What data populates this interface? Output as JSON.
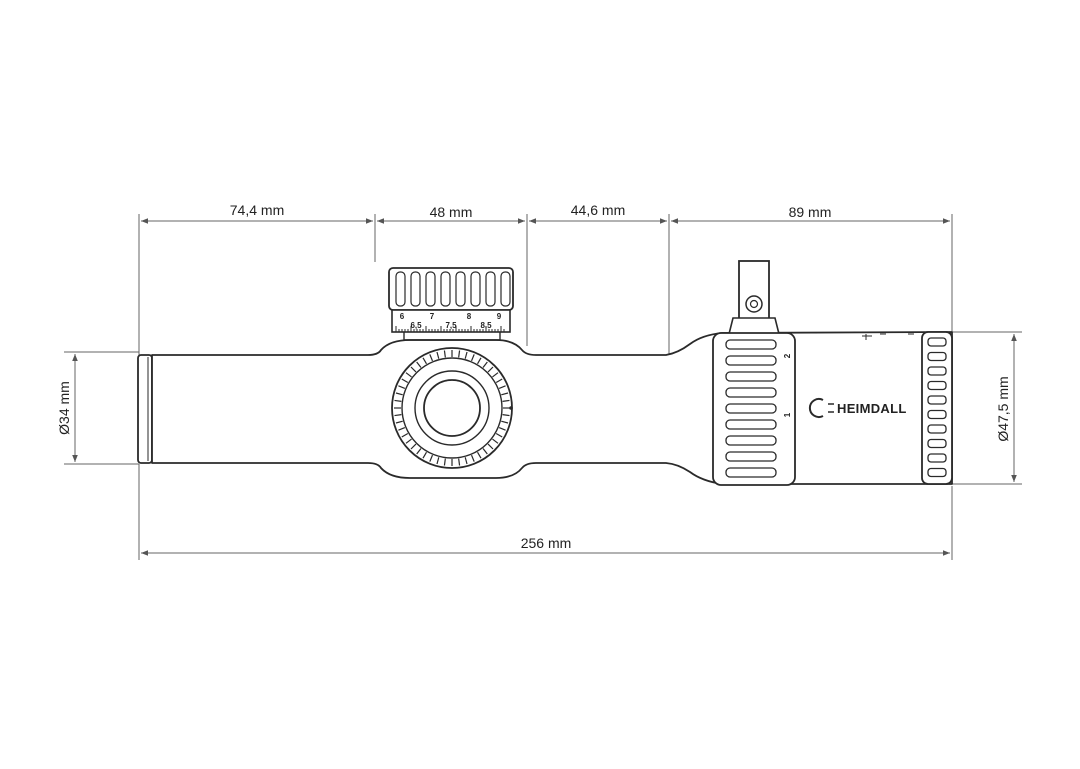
{
  "colors": {
    "line": "#2a2a2a",
    "dim": "#555555",
    "background": "#ffffff"
  },
  "dimensions": {
    "objective_section": "74,4 mm",
    "turret_section": "48 mm",
    "middle_section": "44,6 mm",
    "eyepiece_section": "89 mm",
    "total_length": "256 mm",
    "tube_diameter": "Ø34 mm",
    "eyepiece_diameter": "Ø47,5 mm"
  },
  "turret_scale": {
    "major": [
      "6",
      "7",
      "8",
      "9"
    ],
    "minor": [
      "6,5",
      "7,5",
      "8,5"
    ]
  },
  "magnification_ring": {
    "marks": [
      "1",
      "2"
    ]
  },
  "brand": {
    "name": "HEIMDALL",
    "logo_icon": "crescent-logo-icon"
  },
  "icons": {
    "lever_screw": "torx-screw-icon"
  }
}
